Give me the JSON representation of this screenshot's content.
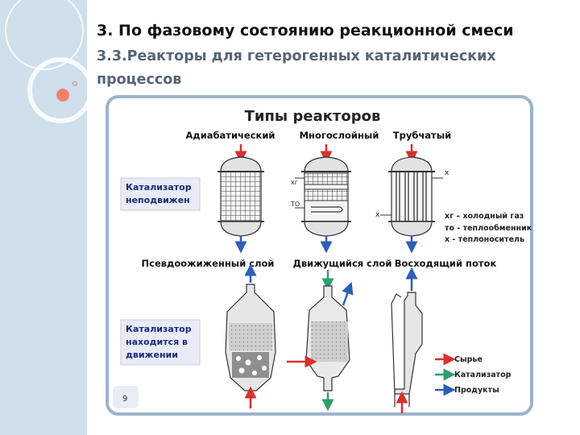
{
  "heading": {
    "line1": "3. По фазовому состоянию реакционной смеси",
    "line2": "3.3.Реакторы для гетерогенных каталитических процессов"
  },
  "diagram": {
    "title": "Типы реакторов",
    "row1": {
      "labels": [
        "Адиабатический",
        "Многослойный",
        "Трубчатый"
      ],
      "side_label": [
        "Катализатор",
        "неподвижен"
      ]
    },
    "row2": {
      "labels": [
        "Псевдоожиженный слой",
        "Движущийся слой",
        "Восходящий поток"
      ],
      "side_label": [
        "Катализатор",
        "находится в",
        "движении"
      ]
    },
    "tube_marks": {
      "top_x": "x",
      "xg": "хг",
      "to": "ТО",
      "bottom_x": "x"
    },
    "notes": [
      "хг – холодный газ",
      "то - теплообменник",
      "х - теплоноситель"
    ],
    "legend": [
      {
        "label": "Сырье",
        "color": "#d9302c"
      },
      {
        "label": "Катализатор",
        "color": "#2e9e6c"
      },
      {
        "label": "Продукты",
        "color": "#2f5eb8"
      }
    ],
    "page_number": "9"
  },
  "colors": {
    "sidebar": "#cfdfec",
    "frame_border": "#9bb4cc",
    "accent_dot": "#f08070",
    "vessel_fill": "#e2e2e2"
  }
}
